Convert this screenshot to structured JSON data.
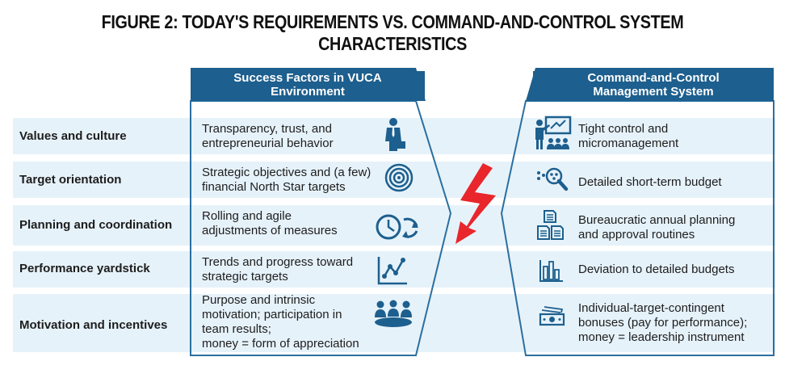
{
  "title": "FIGURE 2: TODAY'S REQUIREMENTS VS. COMMAND-AND-CONTROL SYSTEM CHARACTERISTICS",
  "left_header": [
    "Success Factors in VUCA",
    "Environment"
  ],
  "right_header": [
    "Command-and-Control",
    "Management System"
  ],
  "rows": [
    {
      "label": "Values and culture",
      "left": [
        "Transparency, trust, and",
        "entrepreneurial behavior"
      ],
      "left_icon": "businessman-icon",
      "right": [
        "Tight control and",
        "micromanagement"
      ],
      "right_icon": "presenter-icon"
    },
    {
      "label": "Target orientation",
      "left": [
        "Strategic objectives and (a few)",
        "financial North Star targets"
      ],
      "left_icon": "target-icon",
      "right": [
        "Detailed short-term budget"
      ],
      "right_icon": "magnifier-icon"
    },
    {
      "label": "Planning and coordination",
      "left": [
        "Rolling and agile",
        "adjustments of measures"
      ],
      "left_icon": "clock-cycle-icon",
      "right": [
        "Bureaucratic annual planning",
        "and approval routines"
      ],
      "right_icon": "documents-icon"
    },
    {
      "label": "Performance yardstick",
      "left": [
        "Trends and progress toward",
        "strategic targets"
      ],
      "left_icon": "line-chart-icon",
      "right": [
        "Deviation to detailed budgets"
      ],
      "right_icon": "bar-chart-icon"
    },
    {
      "label": "Motivation and incentives",
      "left": [
        "Purpose and intrinsic",
        "motivation; participation in",
        "team results;",
        "money = form of appreciation"
      ],
      "left_icon": "team-icon",
      "right": [
        "Individual-target-contingent",
        "bonuses (pay for performance);",
        "money = leadership instrument"
      ],
      "right_icon": "money-icon"
    }
  ],
  "colors": {
    "header_blue": "#1d5f8e",
    "border_blue": "#2b6fa0",
    "band": "#e6f2fa",
    "bolt_red": "#e8262b"
  }
}
